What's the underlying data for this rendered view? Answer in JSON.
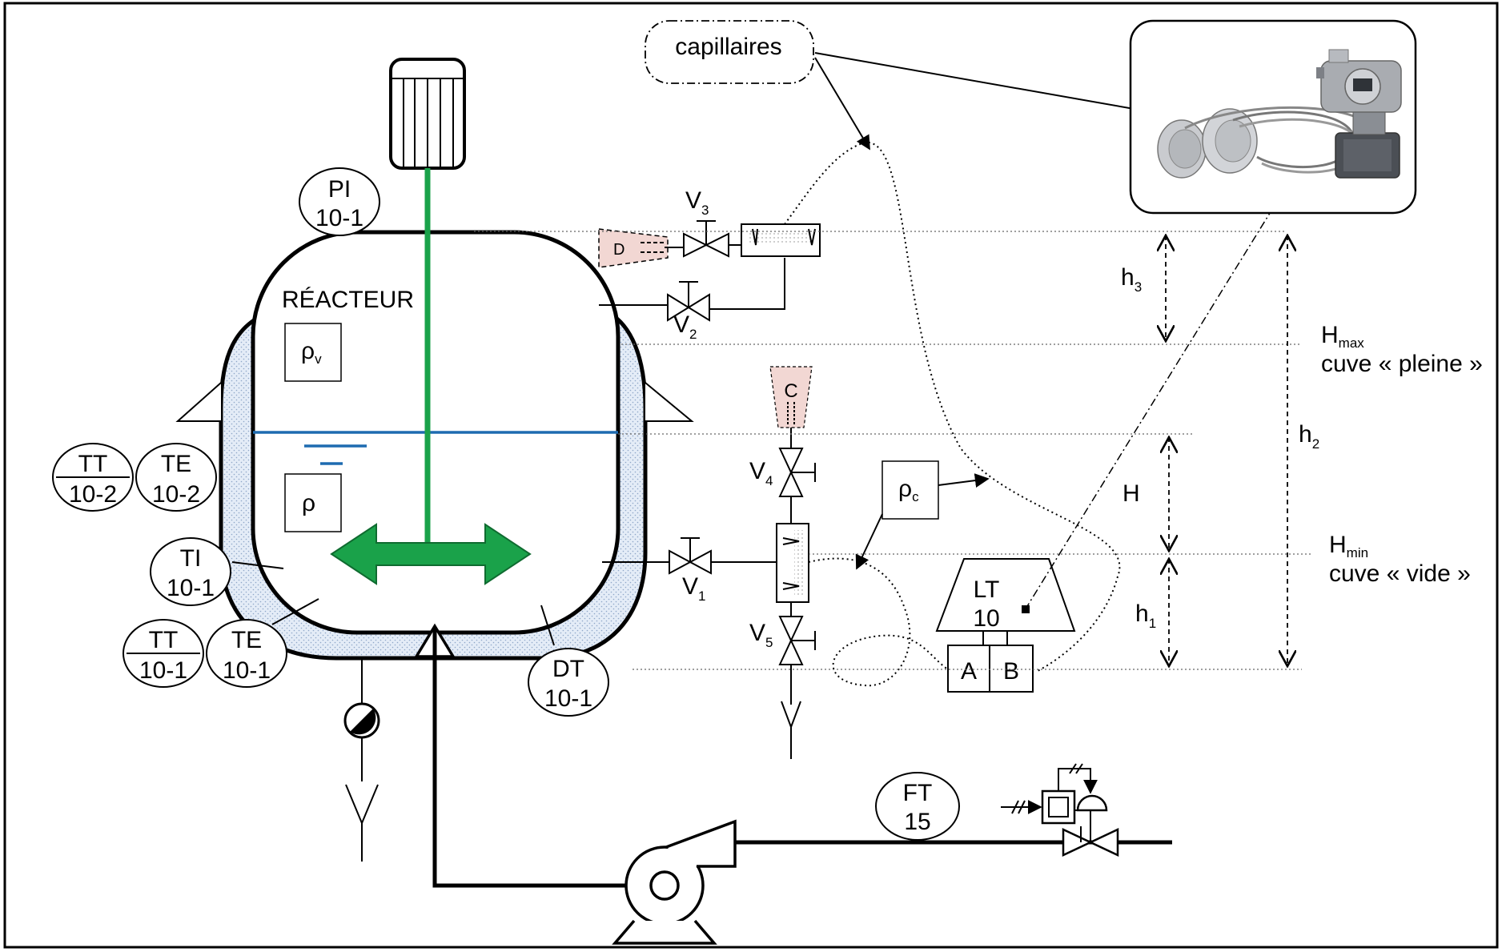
{
  "labels": {
    "reactor": "RÉACTEUR",
    "capillaires": "capillaires",
    "pi": [
      "PI",
      "10-1"
    ],
    "tt2": [
      "TT",
      "10-2"
    ],
    "te2": [
      "TE",
      "10-2"
    ],
    "ti": [
      "TI",
      "10-1"
    ],
    "tt1": [
      "TT",
      "10-1"
    ],
    "te1": [
      "TE",
      "10-1"
    ],
    "dt": [
      "DT",
      "10-1"
    ],
    "ft": [
      "FT",
      "15"
    ],
    "lt": [
      "LT",
      "10"
    ],
    "a": "A",
    "b": "B",
    "d": "D",
    "c": "C",
    "rho_v": [
      "ρ",
      "v"
    ],
    "rho": "ρ",
    "rho_c": [
      "ρ",
      "c"
    ],
    "v1": [
      "V",
      "1"
    ],
    "v2": [
      "V",
      "2"
    ],
    "v3": [
      "V",
      "3"
    ],
    "v4": [
      "V",
      "4"
    ],
    "v5": [
      "V",
      "5"
    ],
    "h1": [
      "h",
      "1"
    ],
    "h2": [
      "h",
      "2"
    ],
    "h3": [
      "h",
      "3"
    ],
    "H": "H",
    "hmax": [
      "H",
      "max"
    ],
    "hmin": [
      "H",
      "min"
    ],
    "full": "cuve « pleine »",
    "empty": "cuve « vide »"
  },
  "colors": {
    "agitator": "#1aa24a",
    "liquid_level": "#1e6bb0",
    "jacket_fill": "#dfe9f6",
    "sensor_fill": "#f2d7d3"
  },
  "icons": {
    "motor": "motor-icon",
    "pump": "centrifugal-pump-icon",
    "transmitter_photo": "differential-pressure-transmitter-photo"
  }
}
